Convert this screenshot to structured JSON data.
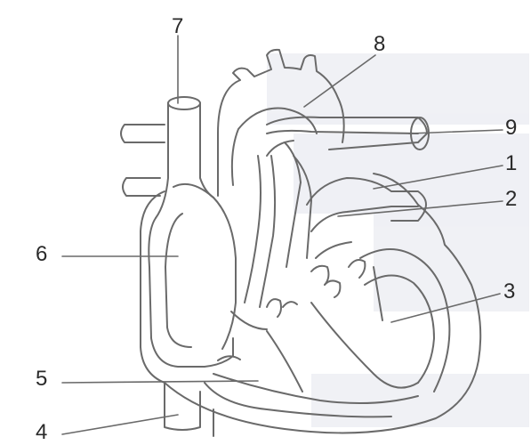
{
  "labels": {
    "l1": "1",
    "l2": "2",
    "l3": "3",
    "l4": "4",
    "l5": "5",
    "l6": "6",
    "l7": "7",
    "l8": "8",
    "l9": "9"
  },
  "colors": {
    "stroke": "#6a6a6a",
    "shade": "#e6e8ee",
    "background": "#ffffff"
  }
}
